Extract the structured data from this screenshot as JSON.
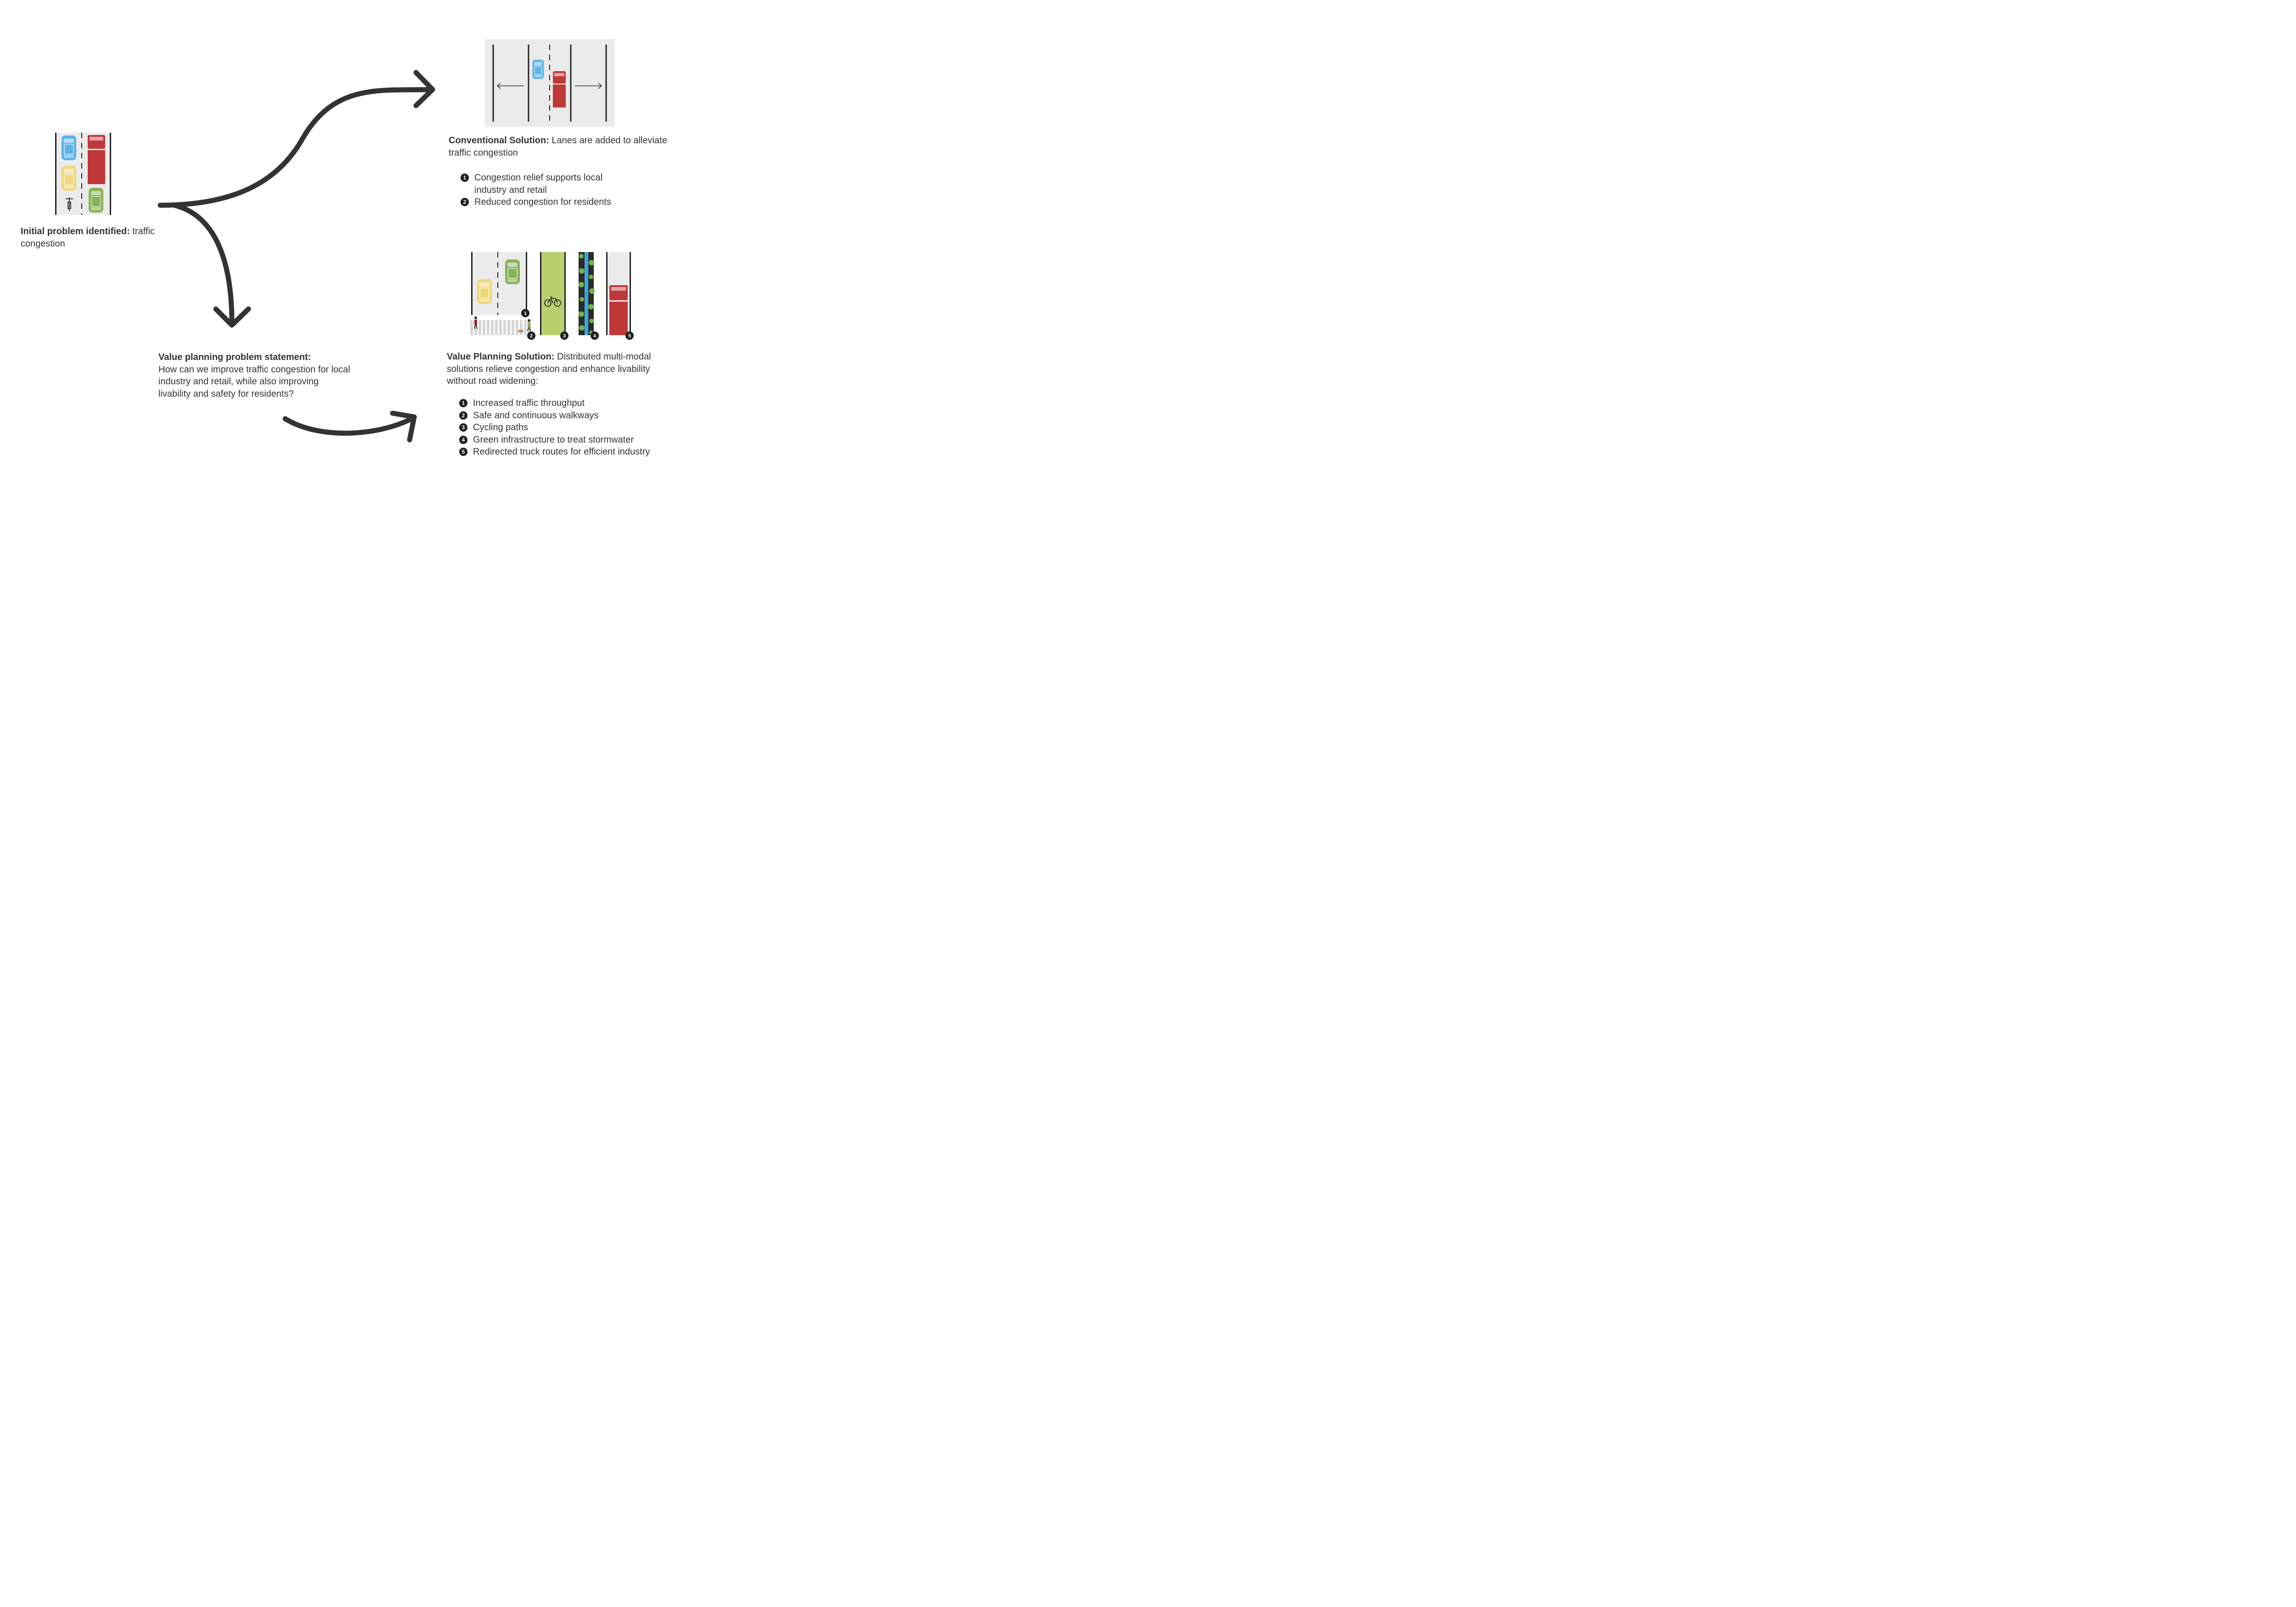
{
  "initial": {
    "bold": "Initial problem identified:",
    "text": " traffic congestion"
  },
  "conventional": {
    "bold": "Conventional Solution:",
    "text": " Lanes are added to alleviate traffic congestion",
    "items": [
      {
        "num": "1",
        "label": "Congestion relief supports local industry and retail"
      },
      {
        "num": "2",
        "label": "Reduced congestion for residents"
      }
    ]
  },
  "statement": {
    "bold": "Value planning problem statement:",
    "text": "How can we improve traffic congestion for local industry and retail, while also improving livability and safety for residents?"
  },
  "value_solution": {
    "bold": "Value Planning Solution:",
    "text": " Distributed multi-modal solutions relieve congestion and enhance livability without road widening:",
    "items": [
      {
        "num": "1",
        "label": "Increased traffic throughput"
      },
      {
        "num": "2",
        "label": "Safe and continuous walkways"
      },
      {
        "num": "3",
        "label": "Cycling paths"
      },
      {
        "num": "4",
        "label": "Green infrastructure to treat stormwater"
      },
      {
        "num": "5",
        "label": "Redirected truck routes for efficient industry"
      }
    ]
  },
  "badges": [
    "1",
    "2",
    "3",
    "4",
    "5"
  ],
  "colors": {
    "arrow": "#333333",
    "road": "#ebebeb",
    "lane_line": "#222222",
    "car_blue": "#5bb4e8",
    "car_yellow": "#f0d77a",
    "car_green": "#88b257",
    "truck_red": "#c0383a",
    "bike_lane": "#b8cf6c",
    "water": "#3aa7e0",
    "plant": "#6cb544"
  }
}
